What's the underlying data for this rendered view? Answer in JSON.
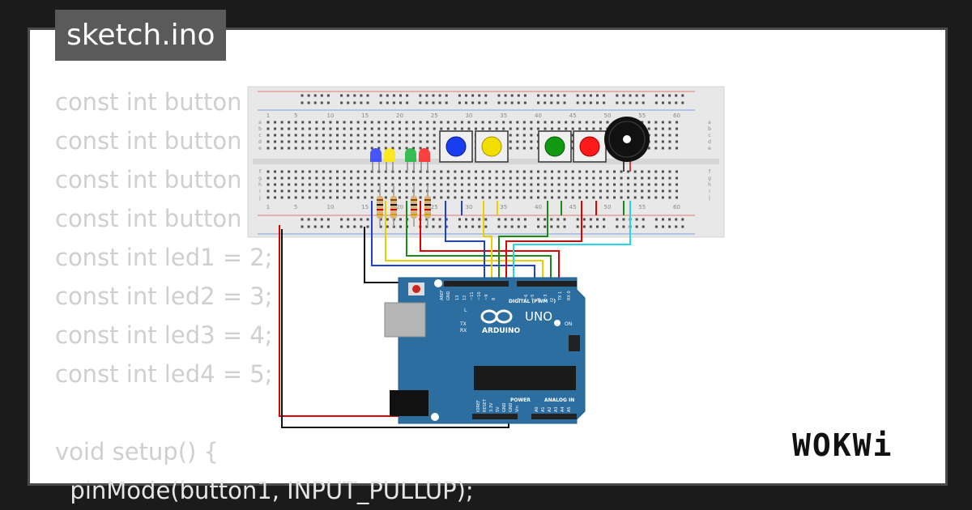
{
  "tab": {
    "filename": "sketch.ino"
  },
  "code_lines": [
    "const int button",
    "const int button",
    "const int button",
    "const int button",
    "const int led1 = 2;",
    "const int led2 = 3;",
    "const int led3 = 4;",
    "const int led4 = 5;",
    "",
    "void setup() {",
    "  pinMode(button1, INPUT_PULLUP);"
  ],
  "breadboard": {
    "column_numbers": [
      "1",
      "5",
      "10",
      "15",
      "20",
      "25",
      "30",
      "35",
      "40",
      "45",
      "50",
      "55",
      "60"
    ],
    "row_letters_top": [
      "a",
      "b",
      "c",
      "d",
      "e"
    ],
    "row_letters_bottom": [
      "f",
      "g",
      "h",
      "i",
      "j"
    ]
  },
  "components": {
    "leds": [
      "blue",
      "yellow",
      "green",
      "red"
    ],
    "buttons": [
      "blue",
      "yellow",
      "green",
      "red"
    ],
    "buzzer": "buzzer"
  },
  "arduino": {
    "brand": "ARDUINO",
    "model": "UNO",
    "digital_label": "DIGITAL (PWM ~)",
    "power_label": "POWER",
    "analog_label": "ANALOG IN",
    "aref": "AREF",
    "gnd": "GND",
    "on_label": "ON",
    "tx": "TX",
    "rx": "RX",
    "l": "L",
    "digital_pins": [
      "13",
      "12",
      "~11",
      "~10",
      "~9",
      "8",
      "7",
      "~6",
      "~5",
      "4",
      "~3",
      "2",
      "TX 1",
      "RX 0"
    ],
    "power_pins": [
      "IOREF",
      "RESET",
      "3.3V",
      "5V",
      "GND",
      "GND",
      "Vin"
    ],
    "analog_pins": [
      "A0",
      "A1",
      "A2",
      "A3",
      "A4",
      "A5"
    ]
  },
  "colors": {
    "board_blue": "#2c6ea0",
    "wire_blue": "#1f3fd6",
    "wire_yellow": "#e8d000",
    "wire_green": "#1a8a1a",
    "wire_red": "#e00000",
    "wire_cyan": "#22d8e8",
    "wire_black": "#111111"
  },
  "logo": {
    "text": "WOKWi"
  }
}
